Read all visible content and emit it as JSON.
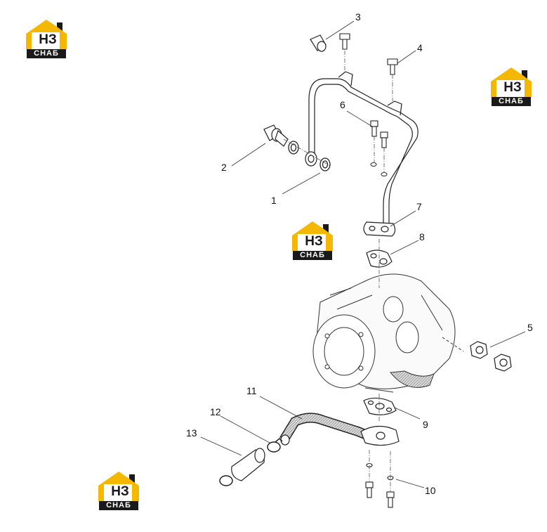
{
  "logo": {
    "mark": "НЗ",
    "text": "СНАБ"
  },
  "callouts": [
    "1",
    "2",
    "3",
    "4",
    "5",
    "6",
    "7",
    "8",
    "9",
    "10",
    "11",
    "12",
    "13"
  ],
  "colors": {
    "logo_yellow": "#f5b800",
    "logo_dark": "#1a1a1a",
    "line": "#222222",
    "shade": "#cfcfcf"
  }
}
